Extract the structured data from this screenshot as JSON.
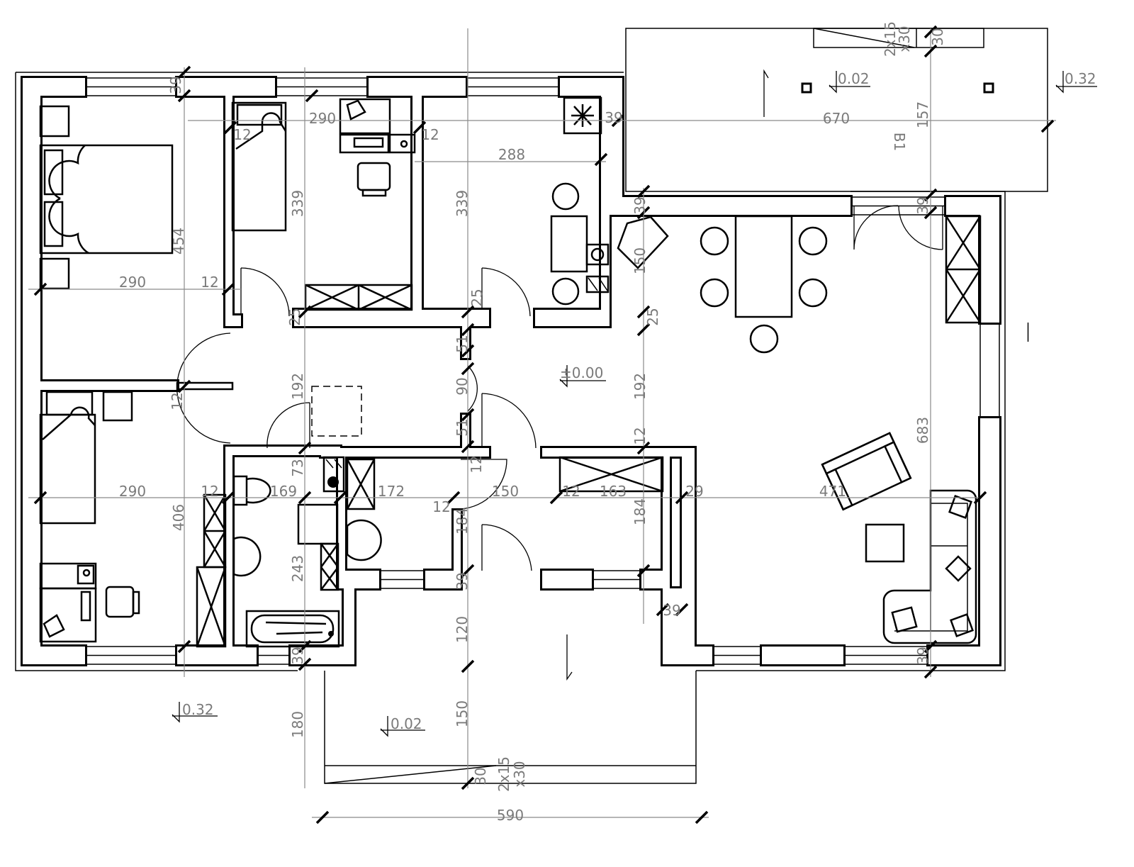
{
  "plan": {
    "terrace_label": "B1",
    "levels": {
      "top_terrace": "0.02",
      "top_right_ground": "0.32",
      "floor": "±0.00",
      "bottom_left_ground": "0.32",
      "bottom_terrace": "0.02"
    },
    "steps": {
      "top_a": "2x15",
      "top_b": "x30",
      "top_c": "30",
      "bottom_a": "2x15",
      "bottom_b": "x30",
      "bottom_c": "30"
    },
    "dimensions": [
      "290",
      "12",
      "12",
      "339",
      "288",
      "339",
      "39",
      "454",
      "290",
      "12",
      "25",
      "25",
      "39",
      "670",
      "157",
      "39",
      "150",
      "25",
      "39",
      "51",
      "90",
      "51",
      "192",
      "192",
      "12",
      "290",
      "12",
      "406",
      "169",
      "73",
      "172",
      "12",
      "12",
      "150",
      "12",
      "163",
      "12",
      "29",
      "471",
      "683",
      "184",
      "184",
      "243",
      "39",
      "39",
      "39",
      "39",
      "120",
      "150",
      "180",
      "590"
    ]
  }
}
